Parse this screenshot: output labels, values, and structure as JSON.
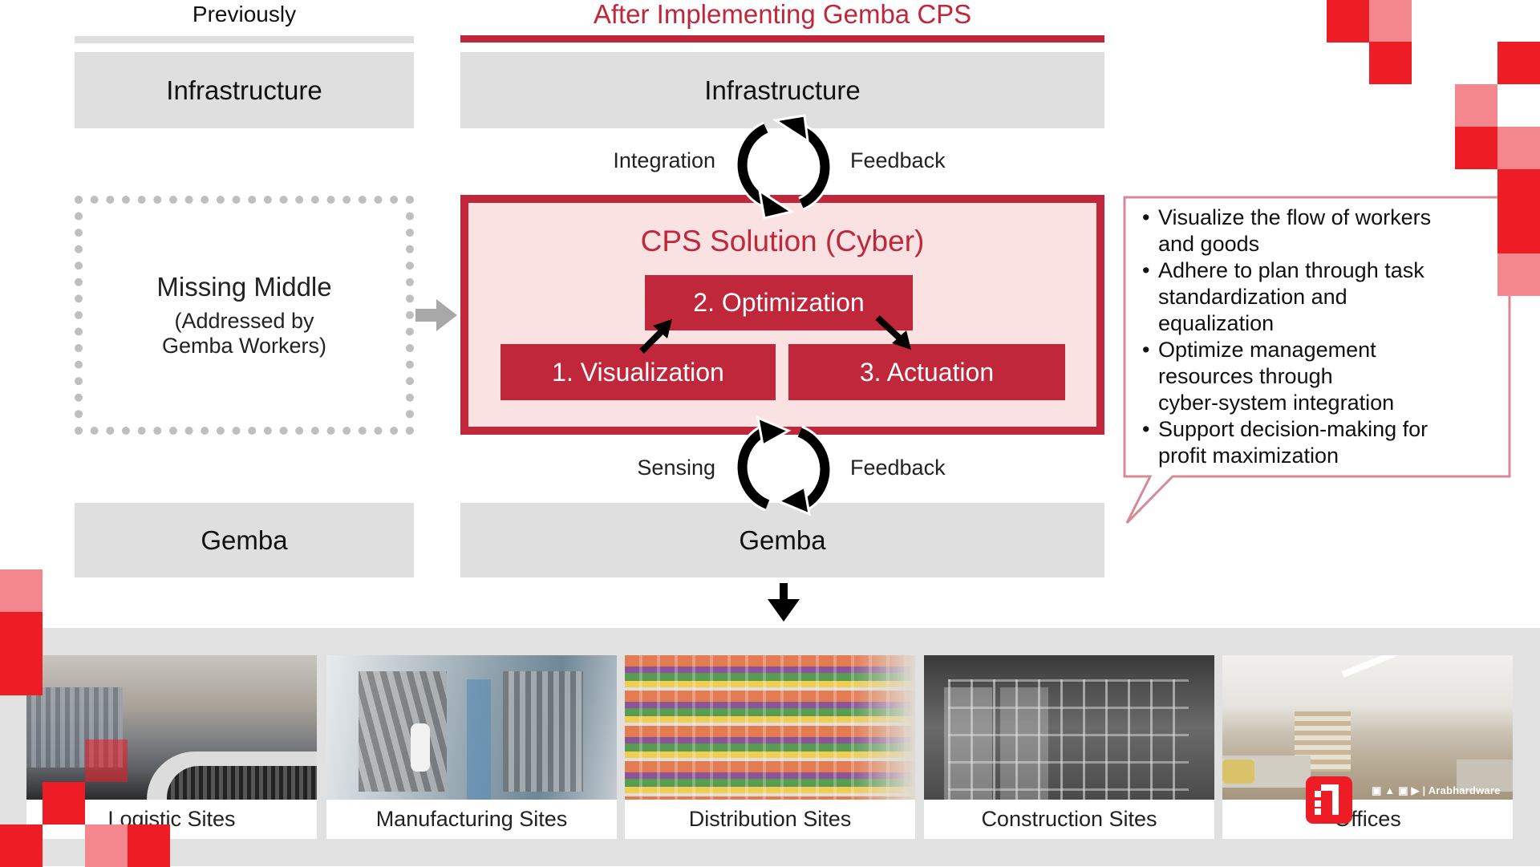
{
  "headers": {
    "previously": "Previously",
    "after": "After Implementing Gemba CPS"
  },
  "previously_column": {
    "infrastructure": "Infrastructure",
    "missing_middle_title": "Missing Middle",
    "missing_middle_sub_line1": "(Addressed by",
    "missing_middle_sub_line2": "Gemba Workers)",
    "gemba": "Gemba"
  },
  "after_column": {
    "infrastructure": "Infrastructure",
    "top_cycle": {
      "left_label": "Integration",
      "right_label": "Feedback"
    },
    "cps_title": "CPS Solution (Cyber)",
    "steps": [
      "1. Visualization",
      "2. Optimization",
      "3. Actuation"
    ],
    "bottom_cycle": {
      "left_label": "Sensing",
      "right_label": "Feedback"
    },
    "gemba": "Gemba"
  },
  "benefits": [
    {
      "line1": "Visualize the flow of workers",
      "line2": "and goods"
    },
    {
      "line1": "Adhere to plan through task",
      "line2": "standardization and",
      "line3": "equalization"
    },
    {
      "line1": "Optimize management",
      "line2": "resources through",
      "line3": "cyber-system integration"
    },
    {
      "line1": "Support decision-making for",
      "line2": "profit maximization"
    }
  ],
  "sites": [
    {
      "label": "Logistic Sites",
      "photo": "warehouse-conveyor"
    },
    {
      "label": "Manufacturing Sites",
      "photo": "factory-machines"
    },
    {
      "label": "Distribution Sites",
      "photo": "supermarket-shelves"
    },
    {
      "label": "Construction Sites",
      "photo": "scaffolding"
    },
    {
      "label": "Offices",
      "photo": "office-interior"
    }
  ],
  "watermark": {
    "brand": "Arabhardware",
    "social_icons": [
      "facebook-icon",
      "twitter-icon",
      "instagram-icon",
      "youtube-icon"
    ]
  },
  "colors": {
    "accent_red": "#c0273a",
    "pale_red": "#fbe2e2",
    "box_gray": "#dfdfdf",
    "decor_red": "#ee1c25",
    "decor_pink": "#f4868d"
  }
}
